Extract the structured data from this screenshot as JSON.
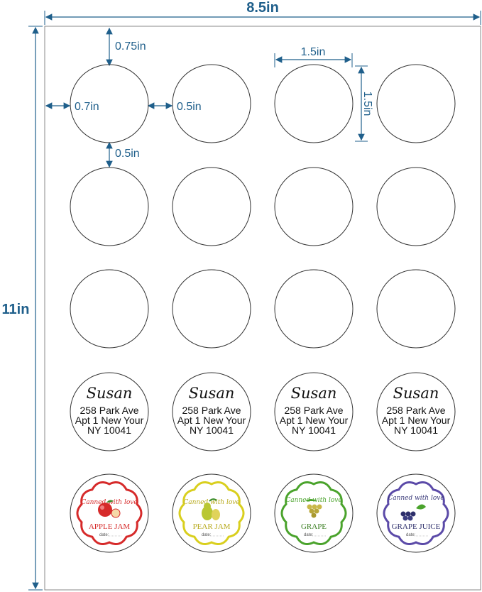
{
  "sheet": {
    "width_label": "8.5in",
    "height_label": "11in"
  },
  "dimensions": {
    "top_margin": "0.75in",
    "left_margin": "0.7in",
    "h_gap": "0.5in",
    "v_gap": "0.5in",
    "label_width": "1.5in",
    "label_height": "1.5in"
  },
  "address_label": {
    "name": "Susan",
    "line1": "258 Park Ave",
    "line2": "Apt 1 New Your",
    "line3": "NY 10041"
  },
  "jam_labels": [
    {
      "script": "Canned with love",
      "title": "APPLE JAM",
      "date": "date:",
      "color": "#d62a2a",
      "fruit": "apple-icon"
    },
    {
      "script": "Canned with love",
      "title": "PEAR JAM",
      "date": "date:",
      "color": "#d9cf1e",
      "fruit": "pear-icon"
    },
    {
      "script": "Canned with love",
      "title": "GRAPE",
      "date": "date:",
      "color": "#4aa32c",
      "fruit": "grape-icon"
    },
    {
      "script": "Canned with love",
      "title": "GRAPE JUICE",
      "date": "date:",
      "color": "#5b4aa8",
      "fruit": "dark-grape-icon"
    }
  ],
  "colors": {
    "dimension": "#1f5f8b",
    "circle_outline": "#333333"
  }
}
